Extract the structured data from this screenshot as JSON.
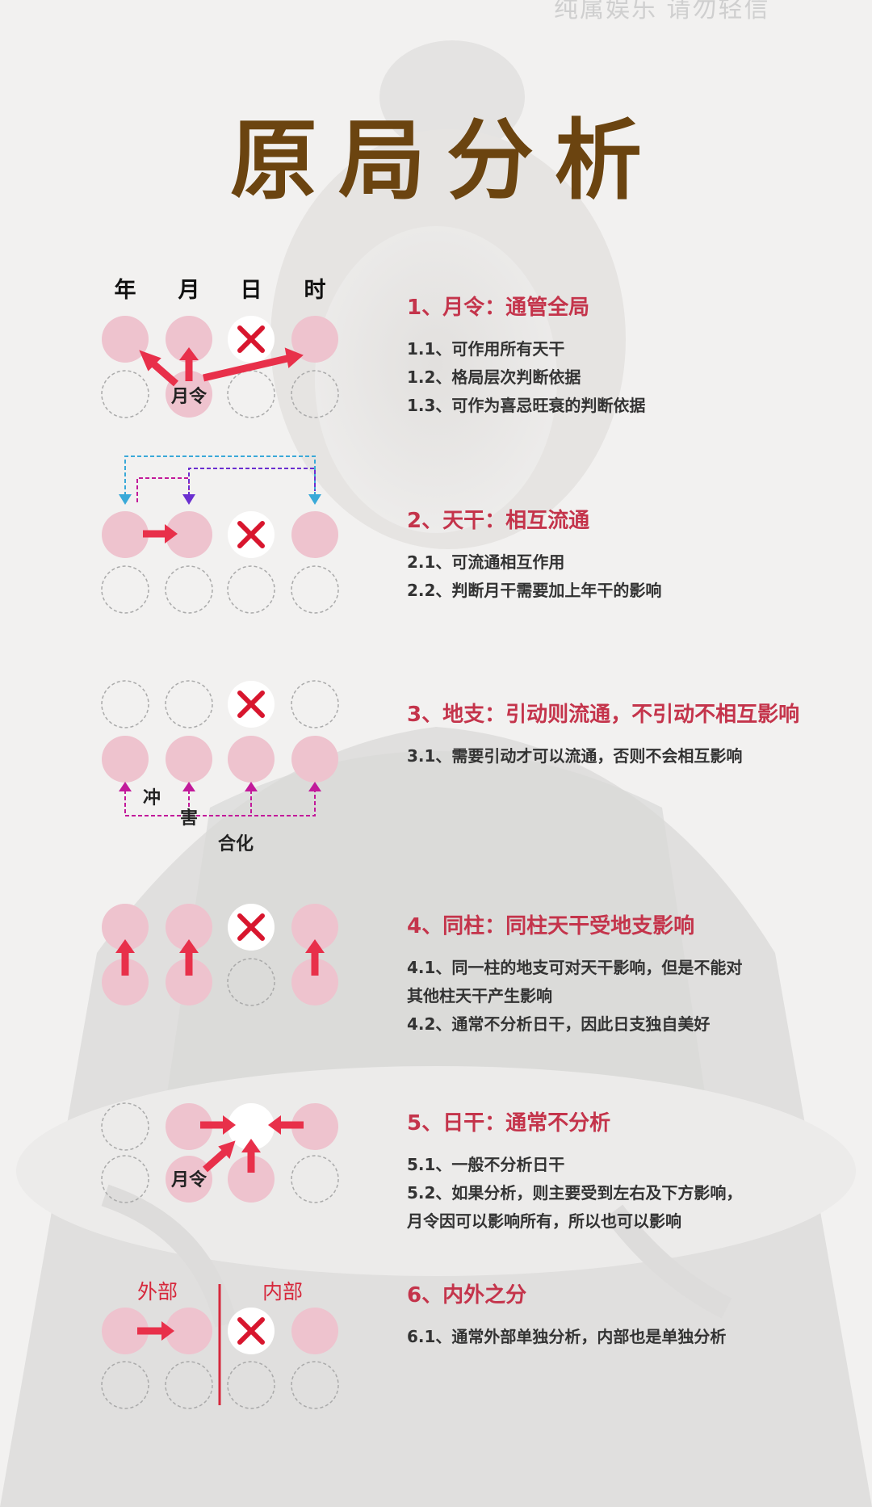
{
  "watermark": "纯属娱乐 请勿轻信",
  "title": "原局分析",
  "columns": [
    "年",
    "月",
    "日",
    "时"
  ],
  "diagram_labels": {
    "yueling": "月令",
    "chong": "冲",
    "hai": "害",
    "hehua": "合化",
    "outer": "外部",
    "inner": "内部"
  },
  "sections": [
    {
      "title": "1、月令：通管全局",
      "items": [
        "1.1、可作用所有天干",
        "1.2、格局层次判断依据",
        "1.3、可作为喜忌旺衰的判断依据"
      ]
    },
    {
      "title": "2、天干：相互流通",
      "items": [
        "2.1、可流通相互作用",
        "2.2、判断月干需要加上年干的影响"
      ]
    },
    {
      "title": "3、地支：引动则流通，不引动不相互影响",
      "items": [
        "3.1、需要引动才可以流通，否则不会相互影响"
      ]
    },
    {
      "title": "4、同柱：同柱天干受地支影响",
      "items": [
        "4.1、同一柱的地支可对天干影响，但是不能对",
        "其他柱天干产生影响",
        "4.2、通常不分析日干，因此日支独自美好"
      ]
    },
    {
      "title": "5、日干：通常不分析",
      "items": [
        "5.1、一般不分析日干",
        "5.2、如果分析，则主要受到左右及下方影响，",
        "月令因可以影响所有，所以也可以影响"
      ]
    },
    {
      "title": "6、内外之分",
      "items": [
        "6.1、通常外部单独分析，内部也是单独分析"
      ]
    }
  ],
  "colors": {
    "title": "#6b4410",
    "heading": "#c4344b",
    "circle_pink": "#eec3ce",
    "arrow_red": "#e8304a",
    "cross_red": "#d8162e",
    "dash_blue": "#3aa9d8",
    "dash_magenta": "#c2199a",
    "dash_purple": "#6a2fd0"
  }
}
